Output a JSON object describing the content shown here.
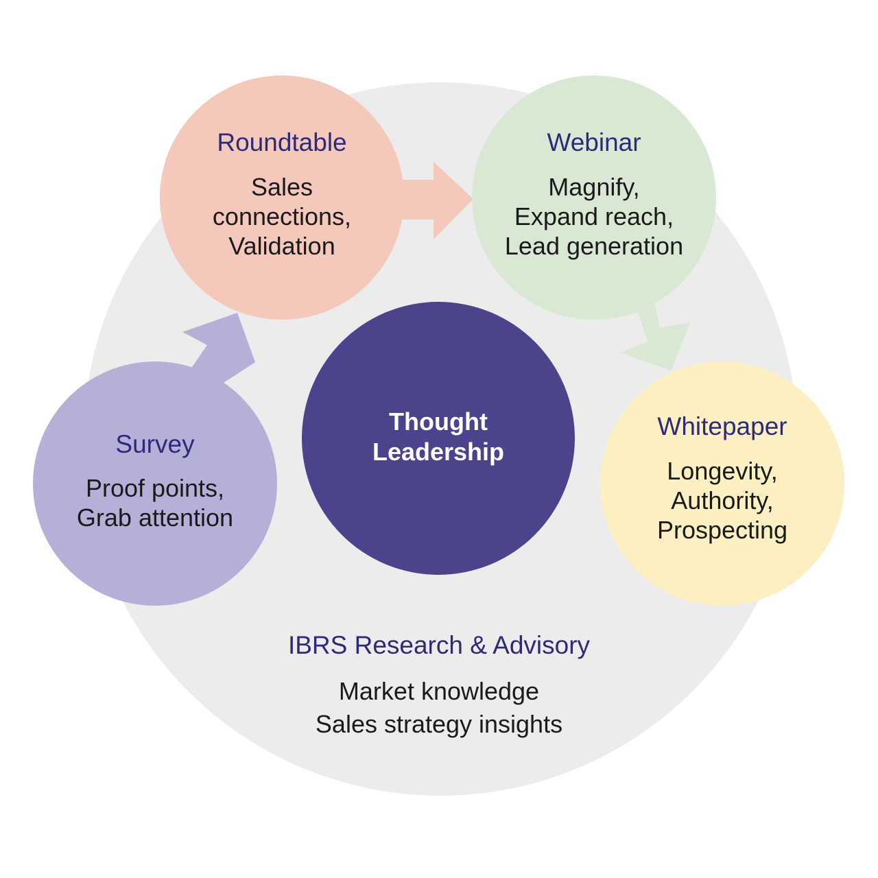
{
  "background": {
    "title": "IBRS Research & Advisory",
    "lines": [
      "Market knowledge",
      "Sales strategy insights"
    ],
    "color": "#ececec"
  },
  "center": {
    "lines": [
      "Thought",
      "Leadership"
    ],
    "color": "#4b448d"
  },
  "nodes": {
    "survey": {
      "title": "Survey",
      "lines": [
        "Proof points,",
        "Grab attention"
      ],
      "color": "#b5b0d7"
    },
    "roundtable": {
      "title": "Roundtable",
      "lines": [
        "Sales",
        "connections,",
        "Validation"
      ],
      "color": "#f5c8bc"
    },
    "webinar": {
      "title": "Webinar",
      "lines": [
        "Magnify,",
        "Expand reach,",
        "Lead generation"
      ],
      "color": "#d8e8d3"
    },
    "whitepaper": {
      "title": "Whitepaper",
      "lines": [
        "Longevity,",
        "Authority,",
        "Prospecting"
      ],
      "color": "#fcf0c2"
    }
  },
  "text_colors": {
    "title": "#2e2a7a",
    "body": "#1a1a1a",
    "center": "#ffffff"
  }
}
